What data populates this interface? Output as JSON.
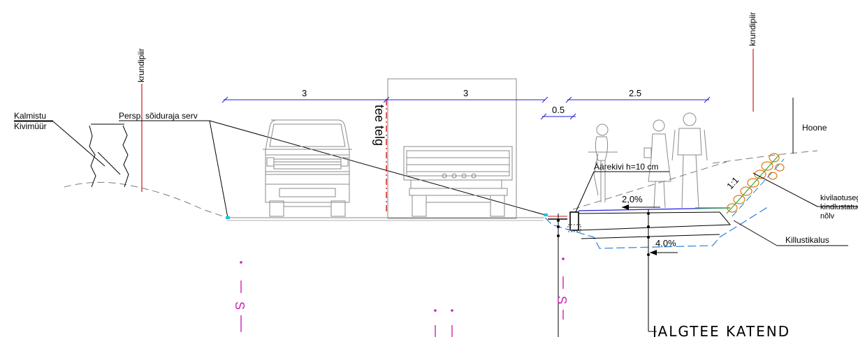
{
  "labels": {
    "kalmistu": "Kalmistu",
    "kivimuur": "Kivimüür",
    "krundipiir_left": "krundipiir",
    "krundipiir_right": "krundipiir",
    "persp_soiduraja": "Persp. sõiduraja serv",
    "tee_telg": "tee telg",
    "hoone": "Hoone",
    "aarekivi": "Äärekivi h=10 cm",
    "kivilaotusega_1": "kivilaotusega",
    "kivilaotusega_2": "kindlustatud",
    "kivilaotusega_3": "nõlv",
    "killustikalus": "Killustikalus",
    "jalgtee_katend": "JALGTEE KATEND",
    "slope_ratio": "1:1"
  },
  "dimensions": {
    "dim_left": "3",
    "dim_mid": "3",
    "dim_right": "2.5",
    "dim_gap": "0.5"
  },
  "grades": {
    "surface": "2,0%",
    "base": "4,0%"
  },
  "utility_marks": {
    "left": "S",
    "right": "S"
  },
  "colors": {
    "dimension": "#1f1fd8",
    "property_line": "#d01818",
    "utility": "#d01fb5",
    "base_layer": "#2a7fd8",
    "stone_slope": "#e07a10",
    "stone_fill": "#3aa83a"
  }
}
